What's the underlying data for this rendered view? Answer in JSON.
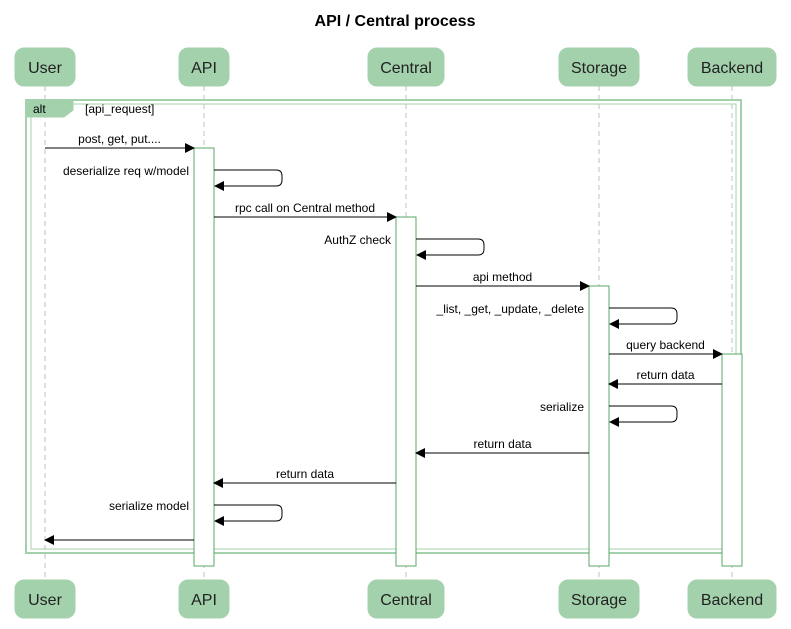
{
  "diagram": {
    "type": "sequence",
    "title": "API / Central process",
    "colors": {
      "participant_fill": "#a3d1ab",
      "participant_text": "#222222",
      "activation_stroke": "#5aa866",
      "frame_stroke": "#a3d1ab",
      "lifeline": "#c0c0c0",
      "arrow": "#000000"
    },
    "participants": [
      {
        "id": "user",
        "label": "User"
      },
      {
        "id": "api",
        "label": "API"
      },
      {
        "id": "central",
        "label": "Central"
      },
      {
        "id": "storage",
        "label": "Storage"
      },
      {
        "id": "backend",
        "label": "Backend"
      }
    ],
    "fragment": {
      "kind": "alt",
      "condition": "[api_request]"
    },
    "messages": [
      {
        "from": "user",
        "to": "api",
        "label": "post, get, put...."
      },
      {
        "from": "api",
        "to": "api",
        "label": "deserialize req w/model"
      },
      {
        "from": "api",
        "to": "central",
        "label": "rpc call on Central method"
      },
      {
        "from": "central",
        "to": "central",
        "label": "AuthZ check"
      },
      {
        "from": "central",
        "to": "storage",
        "label": "api method"
      },
      {
        "from": "storage",
        "to": "storage",
        "label": "_list, _get, _update, _delete"
      },
      {
        "from": "storage",
        "to": "backend",
        "label": "query backend"
      },
      {
        "from": "backend",
        "to": "storage",
        "label": "return data"
      },
      {
        "from": "storage",
        "to": "storage",
        "label": "serialize"
      },
      {
        "from": "storage",
        "to": "central",
        "label": "return data"
      },
      {
        "from": "central",
        "to": "api",
        "label": "return data"
      },
      {
        "from": "api",
        "to": "api",
        "label": "serialize model"
      },
      {
        "from": "api",
        "to": "user",
        "label": ""
      }
    ]
  }
}
